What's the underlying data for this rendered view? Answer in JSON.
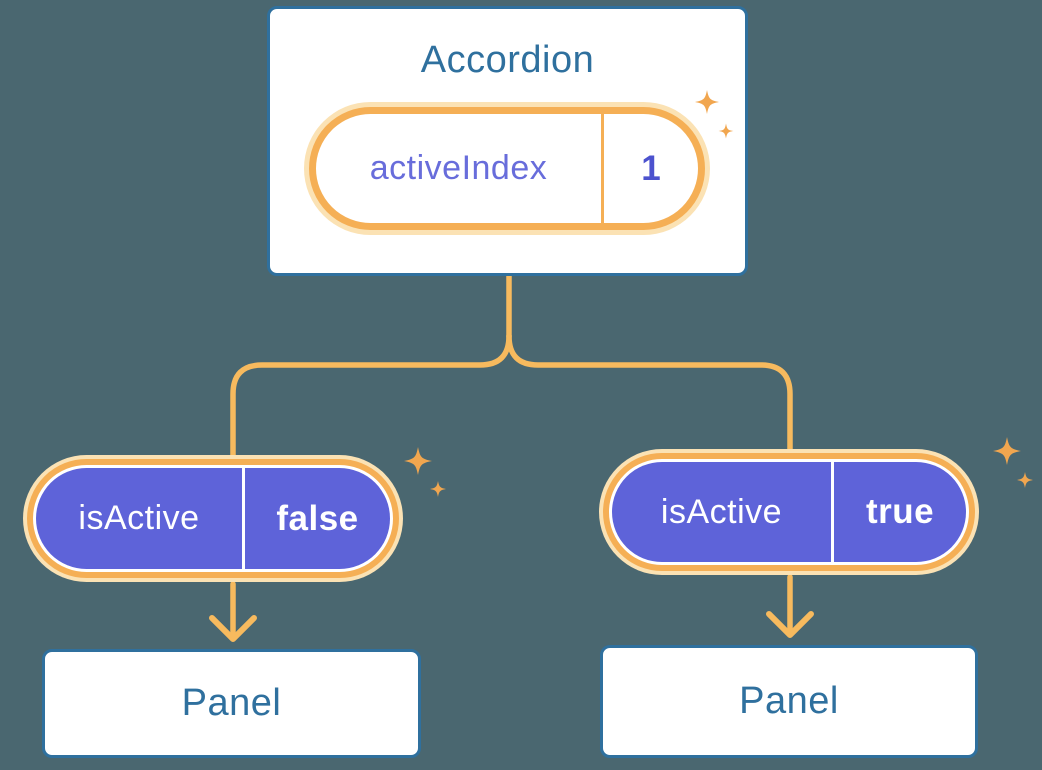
{
  "diagram": {
    "background": "#4A6770",
    "accordion": {
      "title": "Accordion",
      "state": {
        "label": "activeIndex",
        "value": "1"
      }
    },
    "children": [
      {
        "prop": {
          "label": "isActive",
          "value": "false"
        },
        "panel": {
          "title": "Panel"
        }
      },
      {
        "prop": {
          "label": "isActive",
          "value": "true"
        },
        "panel": {
          "title": "Panel"
        }
      }
    ],
    "icons": {
      "sparkle": "four-pointed-star"
    },
    "colors": {
      "background": "#4A6770",
      "card-bg": "#FFFFFF",
      "card-border": "#2F709E",
      "heading-text": "#2F709E",
      "orange-line": "#F7BA5E",
      "orange-ring": "#F5AF55",
      "orange-glow": "#FBE2B4",
      "sparkle": "#F1A64F",
      "purple-fill": "#5E63D9",
      "pill-divider-white": "#FFFFFF",
      "indigo-label": "#686DDB",
      "indigo-value": "#4C52CE",
      "white-text": "#FFFFFF"
    }
  }
}
